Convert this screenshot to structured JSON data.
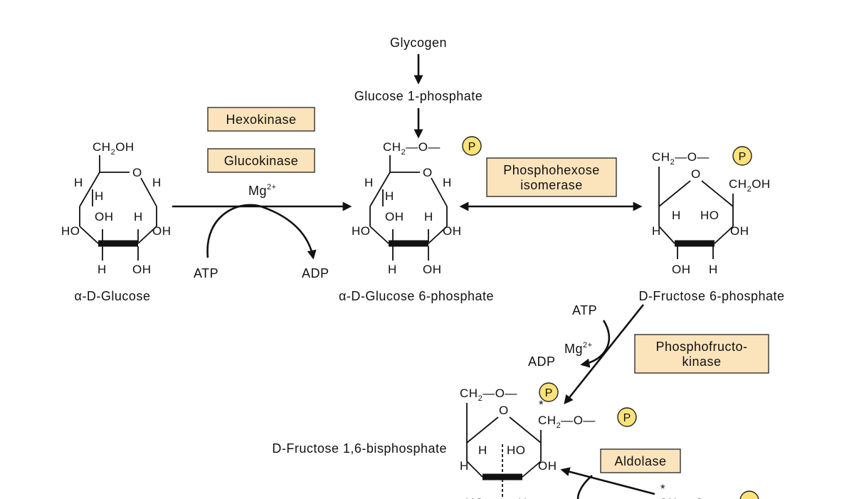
{
  "compounds": {
    "glycogen": "Glycogen",
    "glucose_1_phosphate": "Glucose 1-phosphate",
    "alpha_d_glucose": "α-D-Glucose",
    "alpha_d_glucose_6_phosphate": "α-D-Glucose 6-phosphate",
    "d_fructose_6_phosphate": "D-Fructose 6-phosphate",
    "d_fructose_1_6_bisphosphate": "D-Fructose 1,6-bisphosphate"
  },
  "enzymes": {
    "hexokinase": "Hexokinase",
    "glucokinase": "Glucokinase",
    "phosphohexose_isomerase_line1": "Phosphohexose",
    "phosphohexose_isomerase_line2": "isomerase",
    "phosphofructokinase_line1": "Phosphofructo-",
    "phosphofructokinase_line2": "kinase",
    "aldolase": "Aldolase"
  },
  "cofactors": {
    "atp": "ATP",
    "adp": "ADP",
    "mg": "Mg",
    "mg_charge": "2+"
  },
  "phosphate_symbol": "P",
  "colors": {
    "enzyme_box": "#fbe3bb",
    "phosphate_circle": "#fbe27a",
    "ink": "#111111"
  }
}
